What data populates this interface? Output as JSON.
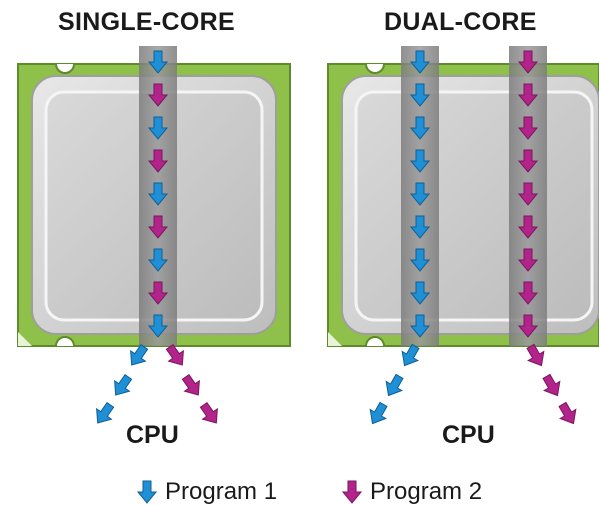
{
  "titles": {
    "single": "SINGLE-CORE",
    "dual": "DUAL-CORE"
  },
  "labels": {
    "single_cpu": "CPU",
    "dual_cpu": "CPU"
  },
  "legend": {
    "program1": "Program 1",
    "program2": "Program 2"
  },
  "colors": {
    "program1": "#1f8fd6",
    "program2": "#b3248a",
    "board": "#8ec04a",
    "board_edge": "#5d8a2a",
    "chip_frame": "#d4d4d4",
    "chip_inner": "#c4c4c4",
    "lane": "#8a8a8a"
  },
  "streams": {
    "single_core": [
      "program1",
      "program2",
      "program1",
      "program2",
      "program1",
      "program2",
      "program1",
      "program2",
      "program1"
    ],
    "dual_core_left": [
      "program1",
      "program1",
      "program1",
      "program1",
      "program1",
      "program1",
      "program1",
      "program1",
      "program1"
    ],
    "dual_core_right": [
      "program2",
      "program2",
      "program2",
      "program2",
      "program2",
      "program2",
      "program2",
      "program2",
      "program2"
    ]
  },
  "icons": [
    "down-arrow-icon"
  ]
}
